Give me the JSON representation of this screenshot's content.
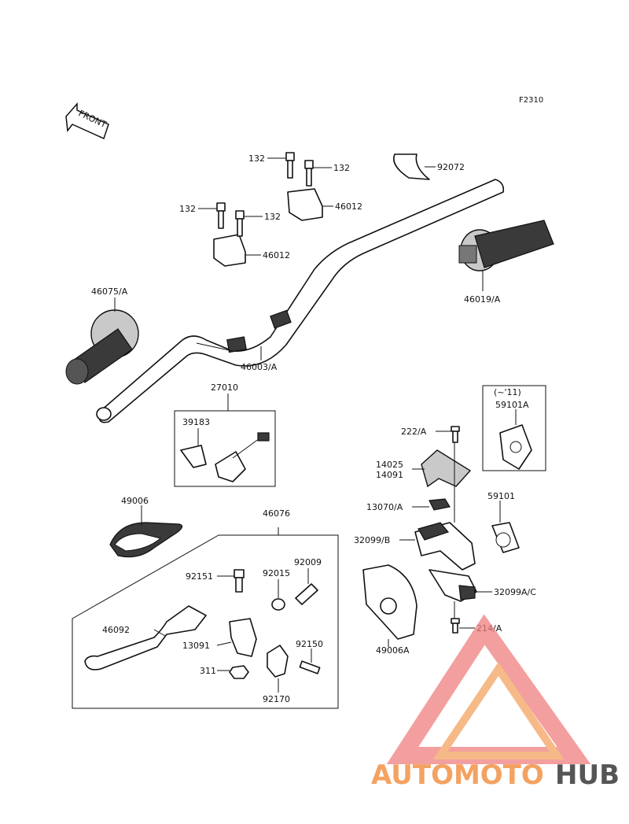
{
  "figure_code": "F2310",
  "front_label": "FRONT",
  "year_note": "(~'11)",
  "labels": {
    "l132a": "132",
    "l132b": "132",
    "l132c": "132",
    "l132d": "132",
    "l92072": "92072",
    "l46012a": "46012",
    "l46012b": "46012",
    "l46075A": "46075/A",
    "l46019A": "46019/A",
    "l46003A": "46003/A",
    "l27010": "27010",
    "l39183": "39183",
    "l59101A": "59101A",
    "l222A": "222/A",
    "l14025": "14025",
    "l14091": "14091",
    "l13070A": "13070/A",
    "l59101": "59101",
    "l32099B": "32099/B",
    "l32099AC": "32099A/C",
    "l214A": "214/A",
    "l49006": "49006",
    "l46076": "46076",
    "l49006A": "49006A",
    "l92151": "92151",
    "l92015": "92015",
    "l92009": "92009",
    "l46092": "46092",
    "l13091": "13091",
    "l92150": "92150",
    "l311": "311",
    "l92170": "92170"
  },
  "watermark": {
    "part1": "AUTOMOTO",
    "part2": "HUB",
    "color1": "#f4a261",
    "color2": "#f07f7f",
    "color3": "#555555"
  }
}
